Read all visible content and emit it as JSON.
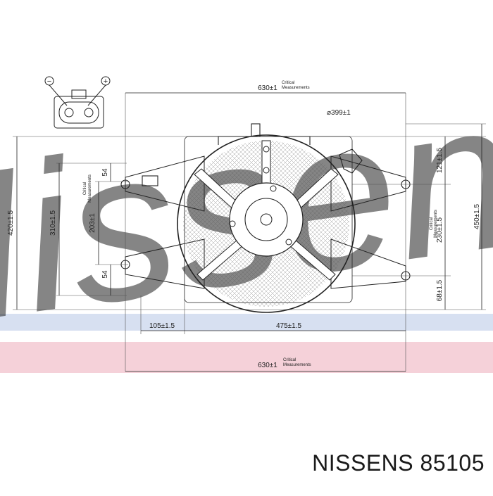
{
  "diagram": {
    "dims": {
      "top_width": "630±1",
      "bottom_width": "630±1",
      "fan_diameter": "⌀399±1",
      "total_height_left": "420±1.5",
      "mount_height": "310±1.5",
      "inner_height": "203±1",
      "top_offset": "54",
      "bottom_offset": "54",
      "right_top": "121±1.5",
      "right_mid": "230±1.5",
      "right_bottom": "68±1.5",
      "total_height_right": "450±1.5",
      "bottom_left": "105±1.5",
      "bottom_center": "475±1.5"
    },
    "critical_label_line1": "Critical",
    "critical_label_line2": "Measurements",
    "connector_minus": "−",
    "connector_plus": "+"
  },
  "watermark": {
    "text": "Nissens",
    "colors": {
      "blue": "#c9d6ec",
      "pink": "#f2c6cf"
    }
  },
  "footer": {
    "brand": "NISSENS",
    "part_number": "85105",
    "title": "NISSENS 85105"
  }
}
